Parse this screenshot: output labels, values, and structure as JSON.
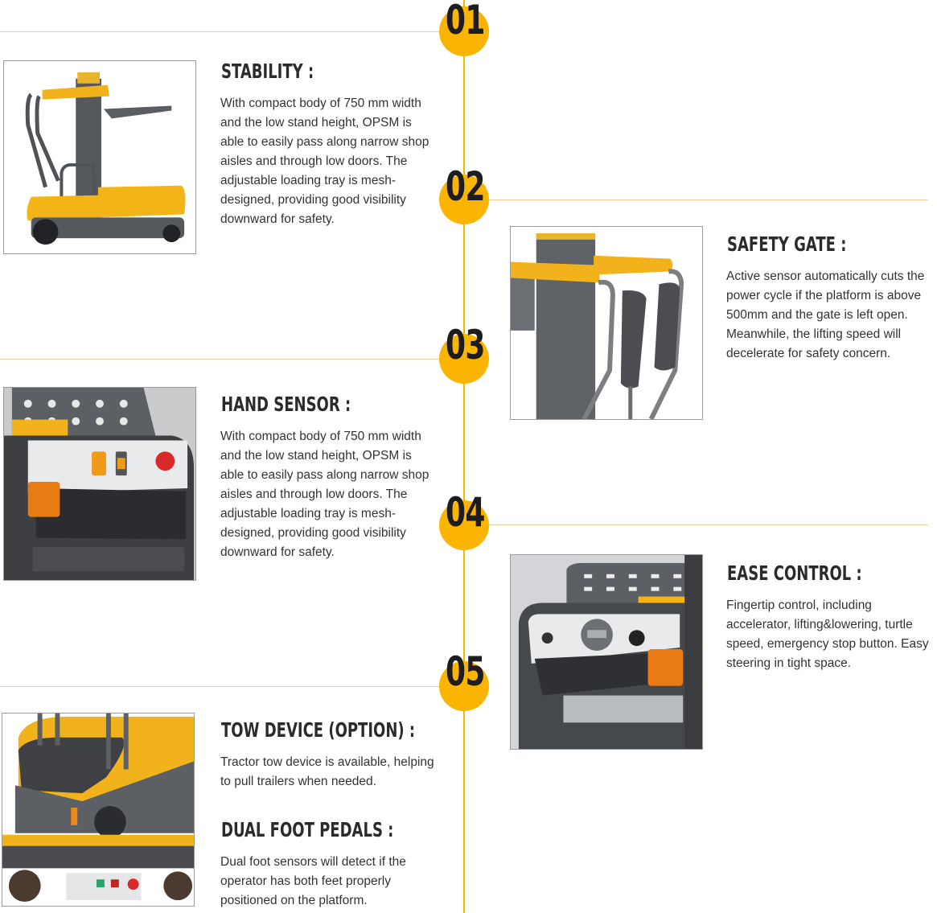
{
  "colors": {
    "accent": "#fbb400",
    "timeline_line": "#f5b700",
    "divider": "#f0cda0",
    "heading": "#2b2b2b",
    "body_text": "#333333"
  },
  "steps": [
    {
      "number": "01"
    },
    {
      "number": "02"
    },
    {
      "number": "03"
    },
    {
      "number": "04"
    },
    {
      "number": "05"
    }
  ],
  "features": [
    {
      "title": "STABILITY :",
      "description": "With compact body of 750 mm width and the low stand height, OPSM is able to easily pass along narrow shop aisles and through low doors. The adjustable loading tray is mesh-designed, providing good visibility downward for safety.",
      "image_alt": "Order picker side view"
    },
    {
      "title": "SAFETY GATE :",
      "description": "Active sensor automatically cuts the power cycle if the platform is above 500mm and the gate is left open. Meanwhile, the lifting speed will decelerate for safety concern.",
      "image_alt": "Safety gate with foot pads"
    },
    {
      "title": "HAND SENSOR :",
      "description": "With compact body of 750 mm width and the low stand height, OPSM is able to easily pass along narrow shop aisles and through low doors. The adjustable loading tray is mesh-designed, providing good visibility downward for safety.",
      "image_alt": "Control handle with hand sensor"
    },
    {
      "title": "EASE CONTROL :",
      "description": "Fingertip control, including accelerator, lifting&lowering, turtle speed, emergency stop button. Easy steering in tight space.",
      "image_alt": "Control panel with key switch and battery meter"
    },
    {
      "title": "TOW DEVICE (OPTION) :",
      "description": "Tractor tow device is available, helping to pull trailers when needed.",
      "image_alt": "Base with tow device"
    },
    {
      "title": "DUAL FOOT PEDALS :",
      "description": "Dual foot sensors will detect if the operator has both feet properly positioned on the platform."
    }
  ]
}
